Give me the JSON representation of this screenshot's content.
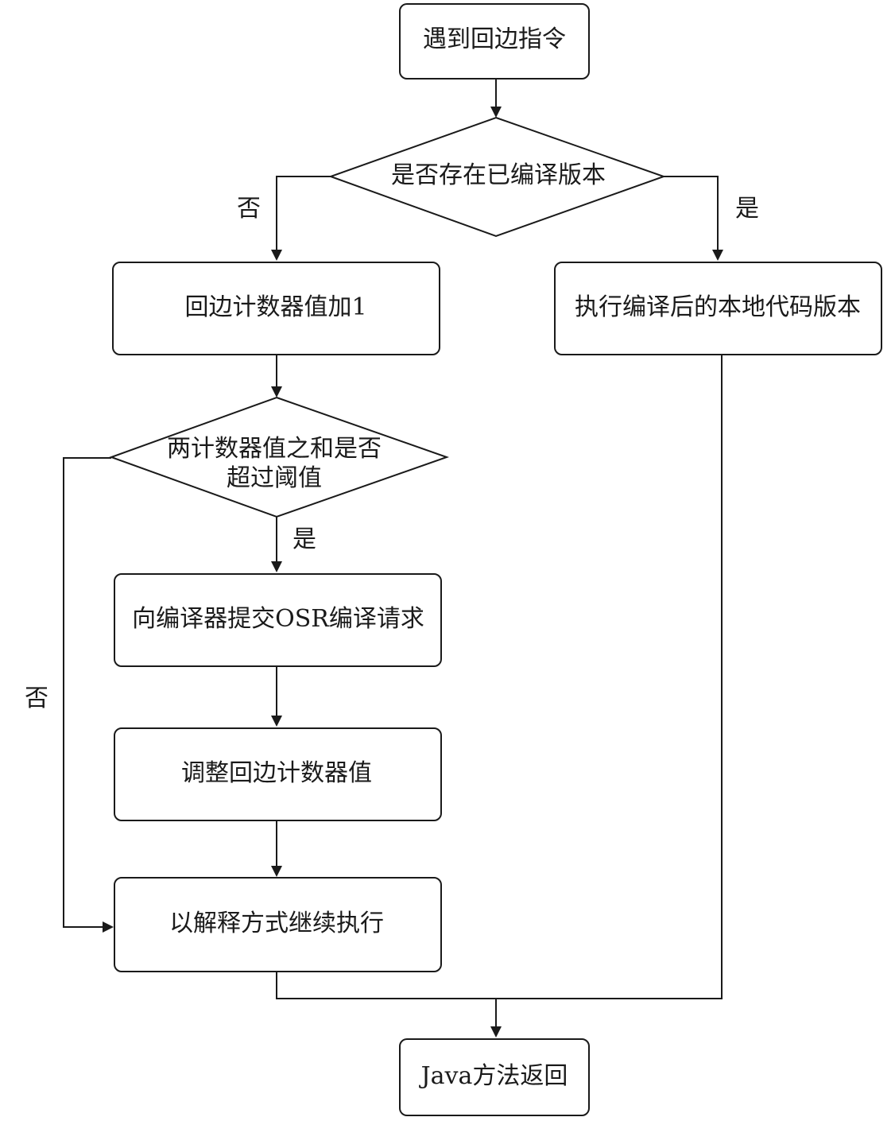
{
  "nodes": {
    "start": "遇到回边指令",
    "check_compiled": "是否存在已编译版本",
    "increment_counter": "回边计数器值加1",
    "run_native": "执行编译后的本地代码版本",
    "threshold_line1": "两计数器值之和是否",
    "threshold_line2": "超过阈值",
    "submit_osr": "向编译器提交OSR编译请求",
    "adjust_counter": "调整回边计数器值",
    "interpret": "以解释方式继续执行",
    "return": "Java方法返回"
  },
  "labels": {
    "compiled_no": "否",
    "compiled_yes": "是",
    "threshold_yes": "是",
    "threshold_no": "否"
  }
}
